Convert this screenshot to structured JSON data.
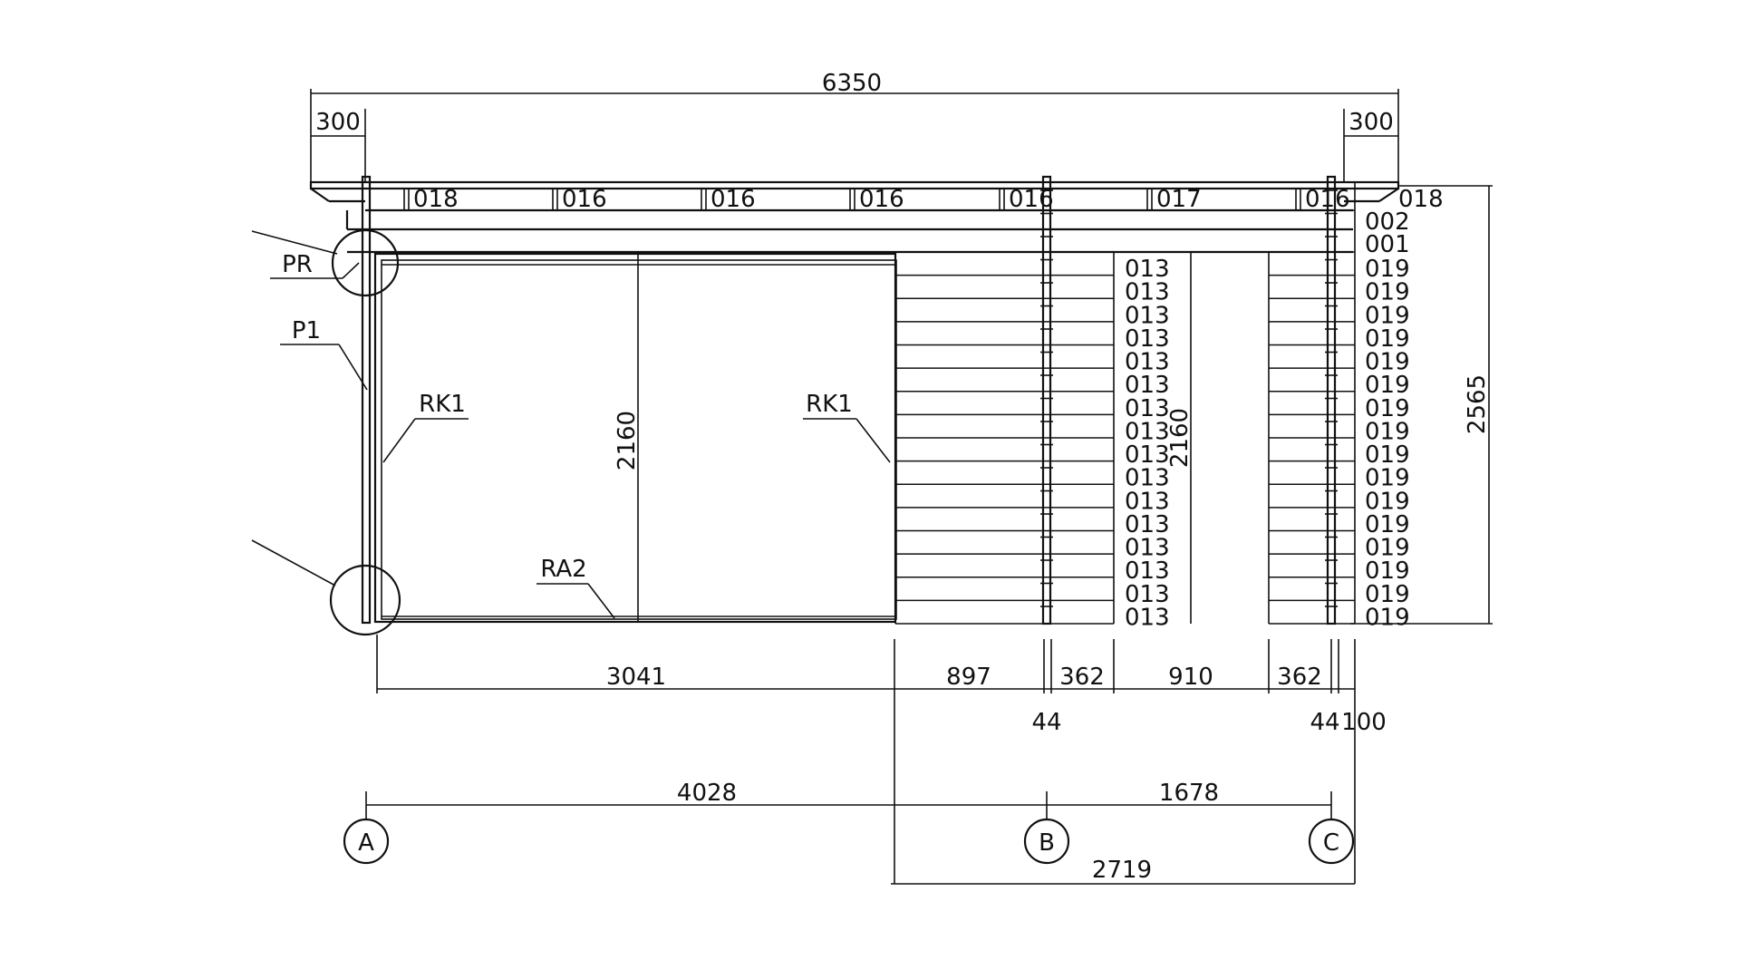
{
  "dimensions": {
    "overall_width": "6350",
    "overhang_left": "300",
    "overhang_right": "300",
    "total_height": "2565",
    "door_height": "2160",
    "opening_height": "2160",
    "bottom_row": [
      "3041",
      "897",
      "362",
      "910",
      "362"
    ],
    "small_44_b": "44",
    "small_44_c": "44",
    "small_100": "100",
    "axis_ab": "4028",
    "axis_bc": "1678",
    "right_section": "2719"
  },
  "labels": {
    "pr": "PR",
    "p1": "P1",
    "rk1_left": "RK1",
    "rk1_right": "RK1",
    "ra2": "RA2"
  },
  "top_beam_codes": [
    "018",
    "016",
    "016",
    "016",
    "016",
    "017",
    "016"
  ],
  "right_column_codes": [
    "018",
    "002",
    "001",
    "019",
    "019",
    "019",
    "019",
    "019",
    "019",
    "019",
    "019",
    "019",
    "019",
    "019",
    "019",
    "019",
    "019",
    "019",
    "019"
  ],
  "middle_column_codes": [
    "013",
    "013",
    "013",
    "013",
    "013",
    "013",
    "013",
    "013",
    "013",
    "013",
    "013",
    "013",
    "013",
    "013",
    "013",
    "013"
  ],
  "axes": [
    "A",
    "B",
    "C"
  ]
}
